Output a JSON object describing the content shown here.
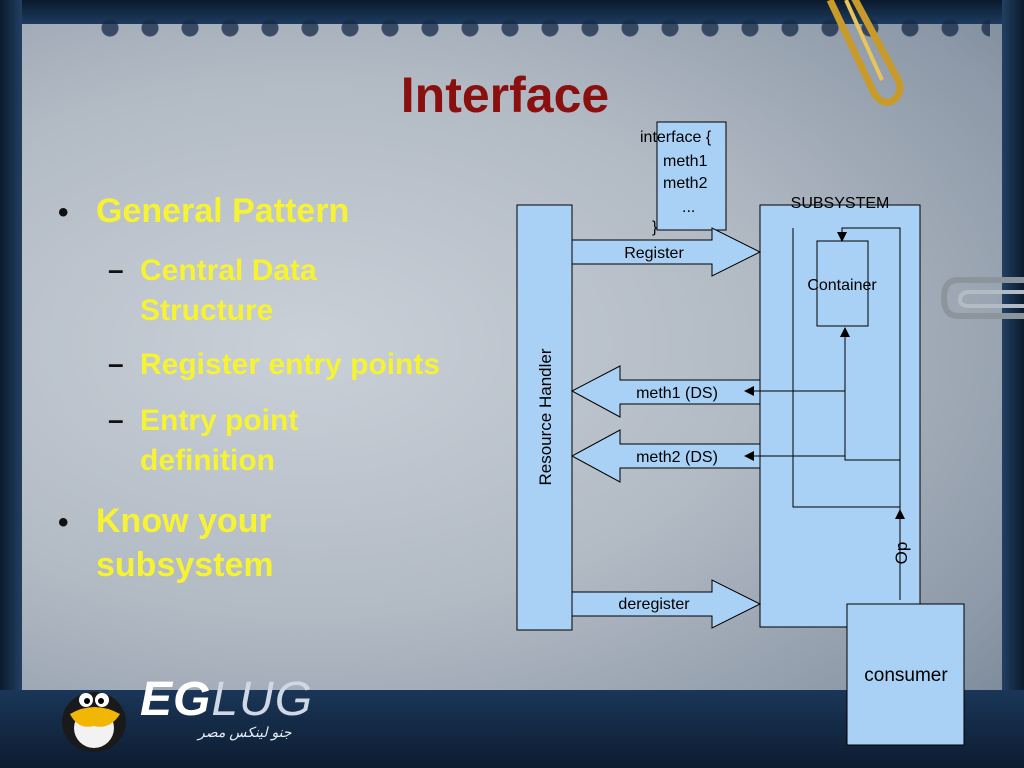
{
  "slide": {
    "title": "Interface",
    "bullets": [
      {
        "text_lines": [
          "General Pattern"
        ],
        "level": 1
      },
      {
        "text_lines": [
          "Central Data",
          "Structure"
        ],
        "level": 2
      },
      {
        "text_lines": [
          "Register entry points"
        ],
        "level": 2
      },
      {
        "text_lines": [
          "Entry point",
          "definition"
        ],
        "level": 2
      },
      {
        "text_lines": [
          "Know your",
          "subsystem"
        ],
        "level": 1
      }
    ]
  },
  "diagram": {
    "interface_box_lines": [
      "interface {",
      "meth1",
      "meth2",
      "...",
      "}"
    ],
    "resource_handler_label": "Resource Handler",
    "subsystem_label": "SUBSYSTEM",
    "container_label": "Container",
    "register_label": "Register",
    "meth1_label": "meth1 (DS)",
    "meth2_label": "meth2 (DS)",
    "deregister_label": "deregister",
    "op_label": "Op",
    "consumer_label": "consumer"
  },
  "logo": {
    "brand_a": "EG",
    "brand_b": "LUG",
    "arabic_text": "جنو لينكس مصر"
  },
  "colors": {
    "title": "#8a0f0f",
    "bullet_text": "#f6f234",
    "diagram_fill": "#a9d0f5",
    "diagram_stroke": "#000000"
  }
}
